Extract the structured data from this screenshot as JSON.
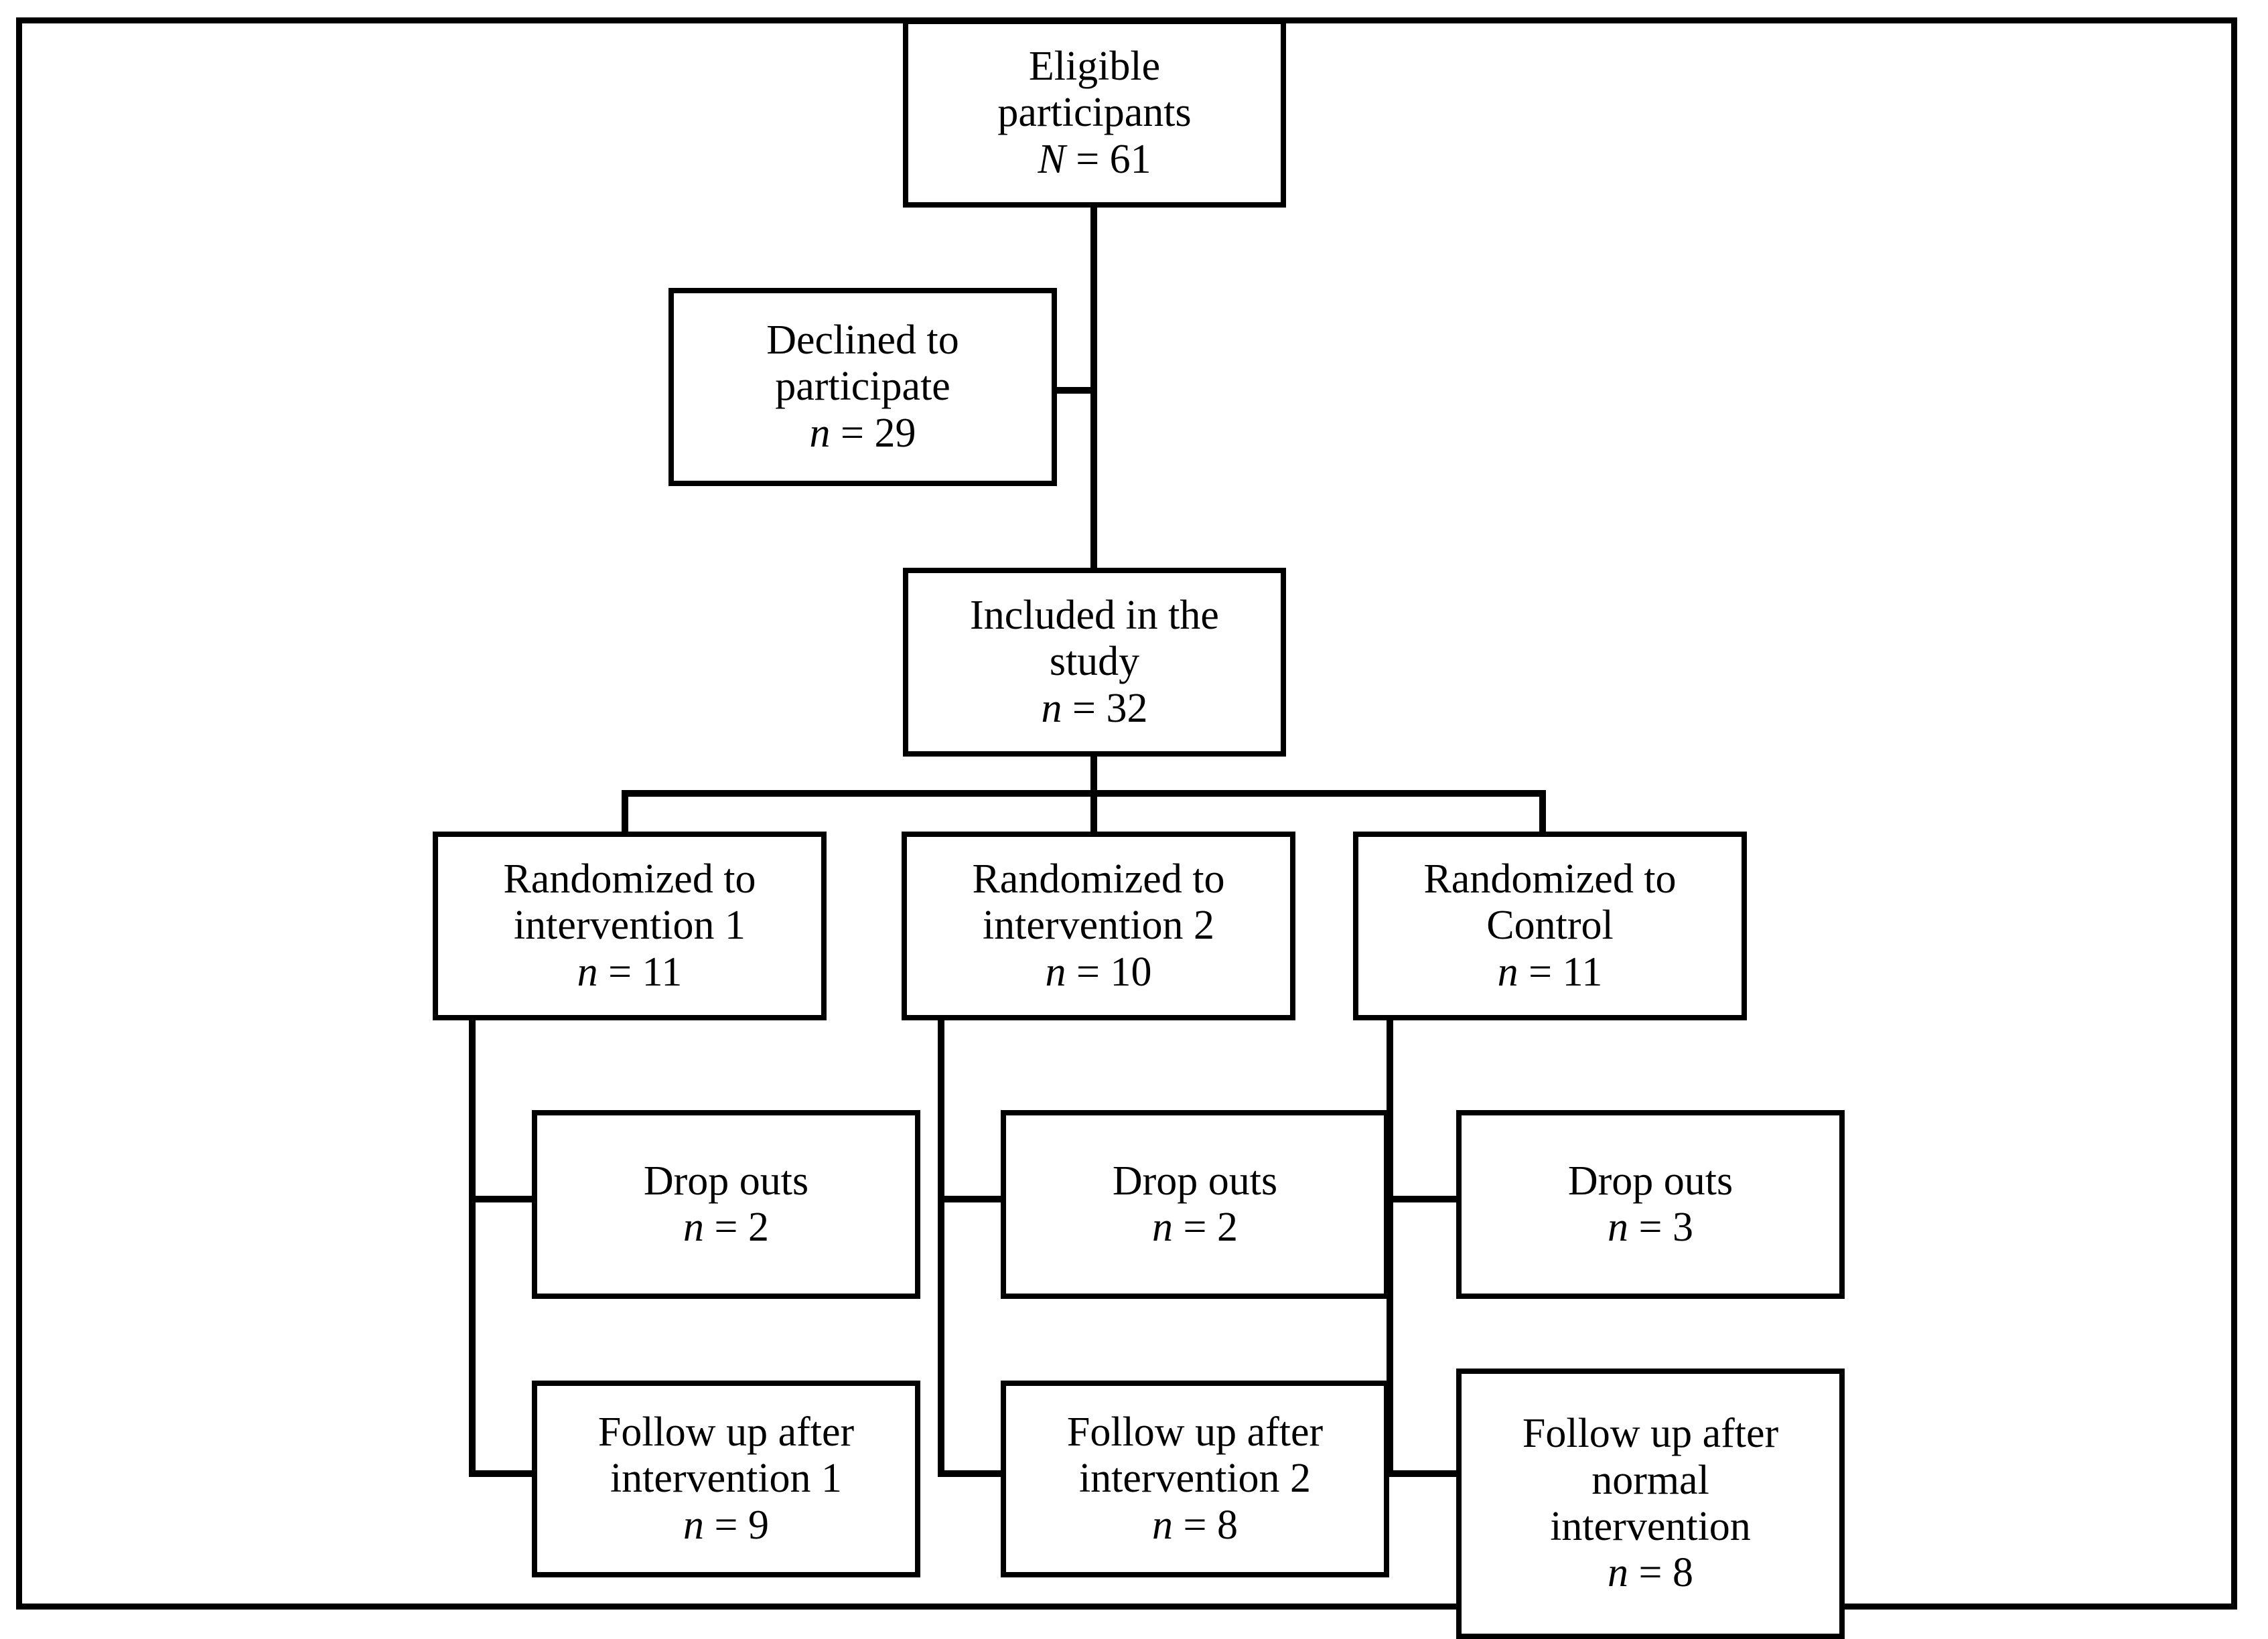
{
  "diagram": {
    "title": "CONSORT participant flow diagram",
    "stroke_color": "#000000",
    "background_color": "#ffffff",
    "nodes": [
      {
        "id": "eligible",
        "line1": "Eligible",
        "line2": "participants",
        "stat_symbol": "N",
        "stat_eq": " = ",
        "stat_value": "61"
      },
      {
        "id": "declined",
        "line1": "Declined to",
        "line2": "participate",
        "stat_symbol": "n",
        "stat_eq": " = ",
        "stat_value": "29"
      },
      {
        "id": "included",
        "line1": "Included in the",
        "line2": "study",
        "stat_symbol": "n",
        "stat_eq": " = ",
        "stat_value": "32"
      },
      {
        "id": "rand-1",
        "line1": "Randomized to",
        "line2": "intervention 1",
        "stat_symbol": "n",
        "stat_eq": " = ",
        "stat_value": "11"
      },
      {
        "id": "rand-2",
        "line1": "Randomized to",
        "line2": "intervention 2",
        "stat_symbol": "n",
        "stat_eq": " = ",
        "stat_value": "10"
      },
      {
        "id": "rand-control",
        "line1": "Randomized to",
        "line2": "Control",
        "stat_symbol": "n",
        "stat_eq": " = ",
        "stat_value": "11"
      },
      {
        "id": "dropouts-1",
        "line1": "Drop outs",
        "line2": "",
        "stat_symbol": "n",
        "stat_eq": " = ",
        "stat_value": "2"
      },
      {
        "id": "dropouts-2",
        "line1": "Drop outs",
        "line2": "",
        "stat_symbol": "n",
        "stat_eq": " = ",
        "stat_value": "2"
      },
      {
        "id": "dropouts-control",
        "line1": "Drop outs",
        "line2": "",
        "stat_symbol": "n",
        "stat_eq": " = ",
        "stat_value": "3"
      },
      {
        "id": "followup-1",
        "line1": "Follow up after",
        "line2": "intervention 1",
        "stat_symbol": "n",
        "stat_eq": " = ",
        "stat_value": "9"
      },
      {
        "id": "followup-2",
        "line1": "Follow up after",
        "line2": "intervention 2",
        "stat_symbol": "n",
        "stat_eq": " = ",
        "stat_value": "8"
      },
      {
        "id": "followup-control",
        "line1": "Follow up after",
        "line2": "normal",
        "line3": "intervention",
        "stat_symbol": "n",
        "stat_eq": " = ",
        "stat_value": "8"
      }
    ]
  }
}
